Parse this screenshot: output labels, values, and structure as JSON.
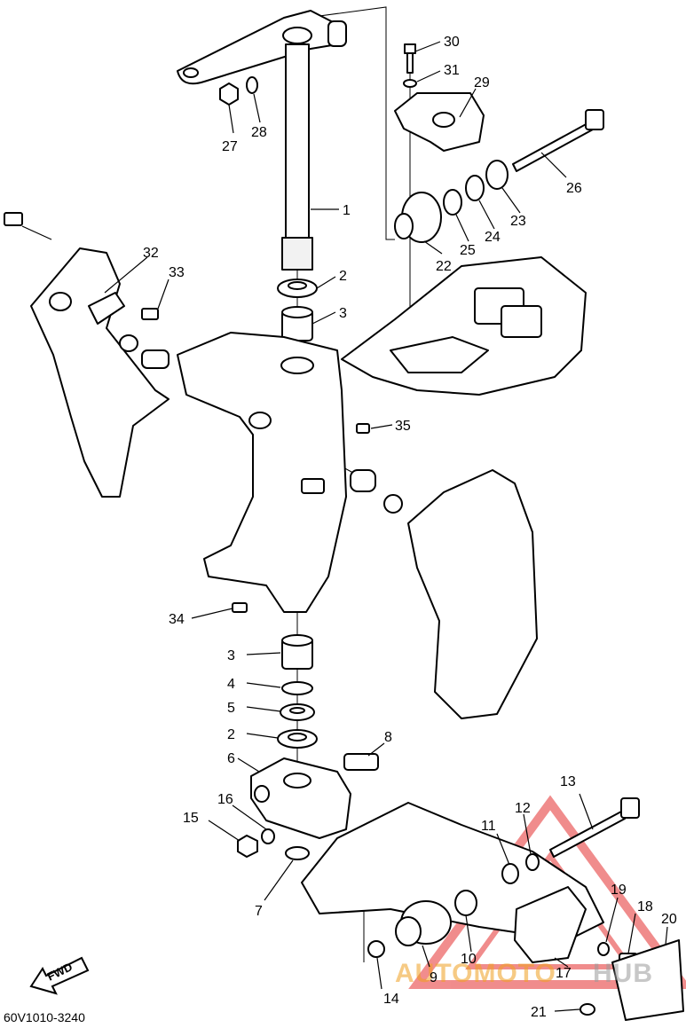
{
  "diagram": {
    "drawing_code": "60V1010-3240",
    "fwd_label": "FWD",
    "watermark": {
      "text_red": "AUTOMOTO",
      "text_gray": "HUB"
    },
    "callouts": [
      {
        "id": "c1",
        "label": "1"
      },
      {
        "id": "c2a",
        "label": "2"
      },
      {
        "id": "c3a",
        "label": "3"
      },
      {
        "id": "c3b",
        "label": "3"
      },
      {
        "id": "c4",
        "label": "4"
      },
      {
        "id": "c5",
        "label": "5"
      },
      {
        "id": "c2b",
        "label": "2"
      },
      {
        "id": "c6",
        "label": "6"
      },
      {
        "id": "c7",
        "label": "7"
      },
      {
        "id": "c8",
        "label": "8"
      },
      {
        "id": "c9",
        "label": "9"
      },
      {
        "id": "c10",
        "label": "10"
      },
      {
        "id": "c11",
        "label": "11"
      },
      {
        "id": "c12",
        "label": "12"
      },
      {
        "id": "c13",
        "label": "13"
      },
      {
        "id": "c14",
        "label": "14"
      },
      {
        "id": "c15",
        "label": "15"
      },
      {
        "id": "c16",
        "label": "16"
      },
      {
        "id": "c17",
        "label": "17"
      },
      {
        "id": "c18",
        "label": "18"
      },
      {
        "id": "c19",
        "label": "19"
      },
      {
        "id": "c20",
        "label": "20"
      },
      {
        "id": "c21",
        "label": "21"
      },
      {
        "id": "c22",
        "label": "22"
      },
      {
        "id": "c23",
        "label": "23"
      },
      {
        "id": "c24",
        "label": "24"
      },
      {
        "id": "c25",
        "label": "25"
      },
      {
        "id": "c26",
        "label": "26"
      },
      {
        "id": "c27",
        "label": "27"
      },
      {
        "id": "c28",
        "label": "28"
      },
      {
        "id": "c29",
        "label": "29"
      },
      {
        "id": "c30",
        "label": "30"
      },
      {
        "id": "c31",
        "label": "31"
      },
      {
        "id": "c32",
        "label": "32"
      },
      {
        "id": "c33",
        "label": "33"
      },
      {
        "id": "c34",
        "label": "34"
      },
      {
        "id": "c35",
        "label": "35"
      }
    ]
  }
}
